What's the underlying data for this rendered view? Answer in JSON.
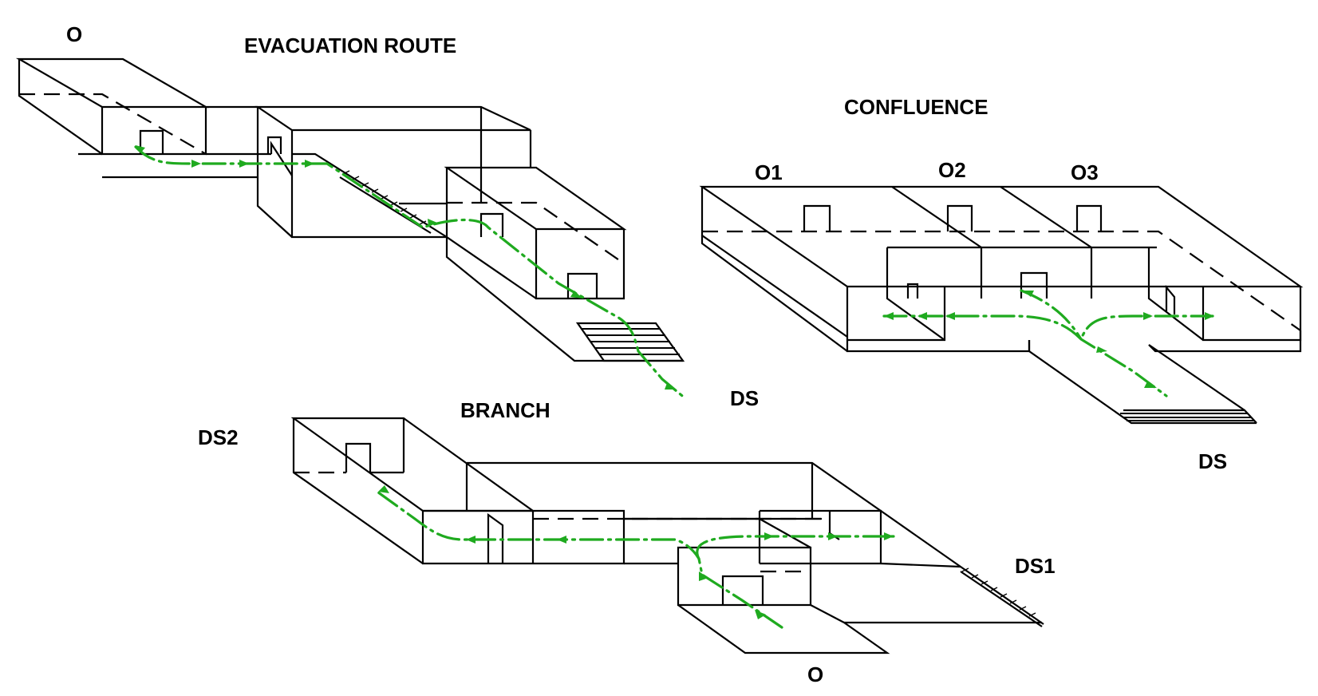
{
  "colors": {
    "route": "#1faa1f",
    "lines": "#000000",
    "background": "#ffffff"
  },
  "evacuation": {
    "title": "EVACUATION ROUTE",
    "origin_label": "O",
    "destination_label": "DS"
  },
  "confluence": {
    "title": "CONFLUENCE",
    "origin1_label": "O1",
    "origin2_label": "O2",
    "origin3_label": "O3",
    "destination_label": "DS"
  },
  "branch": {
    "title": "BRANCH",
    "origin_label": "O",
    "destination1_label": "DS1",
    "destination2_label": "DS2"
  }
}
